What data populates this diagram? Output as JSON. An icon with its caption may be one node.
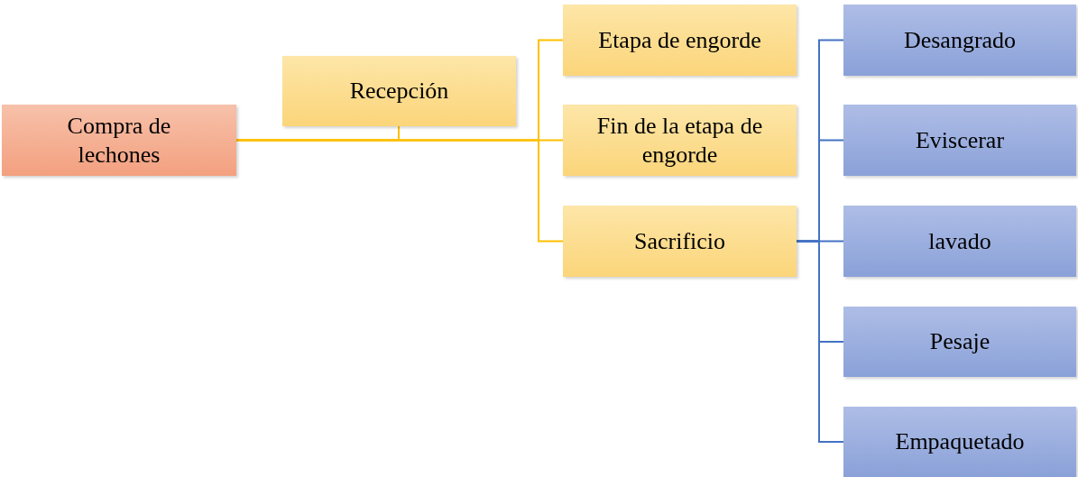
{
  "diagram": {
    "nodes": [
      {
        "text": [
          "Compra de lechones"
        ]
      },
      {
        "text": [
          "Recepción"
        ]
      },
      {
        "text": [
          "Etapa de engorde"
        ]
      },
      {
        "text": [
          "Fin de la etapa de engorde"
        ]
      },
      {
        "text": [
          "Sacrificio"
        ]
      },
      {
        "text": [
          "Desangrado"
        ]
      },
      {
        "text": [
          "Eviscerar"
        ]
      },
      {
        "text": [
          "lavado"
        ]
      },
      {
        "text": [
          "Pesaje"
        ]
      },
      {
        "text": [
          "Empaquetado"
        ]
      }
    ],
    "edges": [
      {
        "from": 0,
        "to": 1,
        "arrow": "none",
        "color": "#ffc000"
      },
      {
        "from": 0,
        "to": 2,
        "arrow": "none",
        "color": "#ffc000"
      },
      {
        "from": 0,
        "to": 3,
        "arrow": "none",
        "color": "#ffc000"
      },
      {
        "from": 0,
        "to": 4,
        "arrow": "none",
        "color": "#ffc000"
      },
      {
        "from": 4,
        "to": 5,
        "arrow": "none"
      },
      {
        "from": 4,
        "to": 6,
        "arrow": "none"
      },
      {
        "from": 4,
        "to": 7,
        "arrow": "none"
      },
      {
        "from": 4,
        "to": 8,
        "arrow": "none"
      },
      {
        "from": 4,
        "to": 9,
        "arrow": "none"
      }
    ]
  }
}
